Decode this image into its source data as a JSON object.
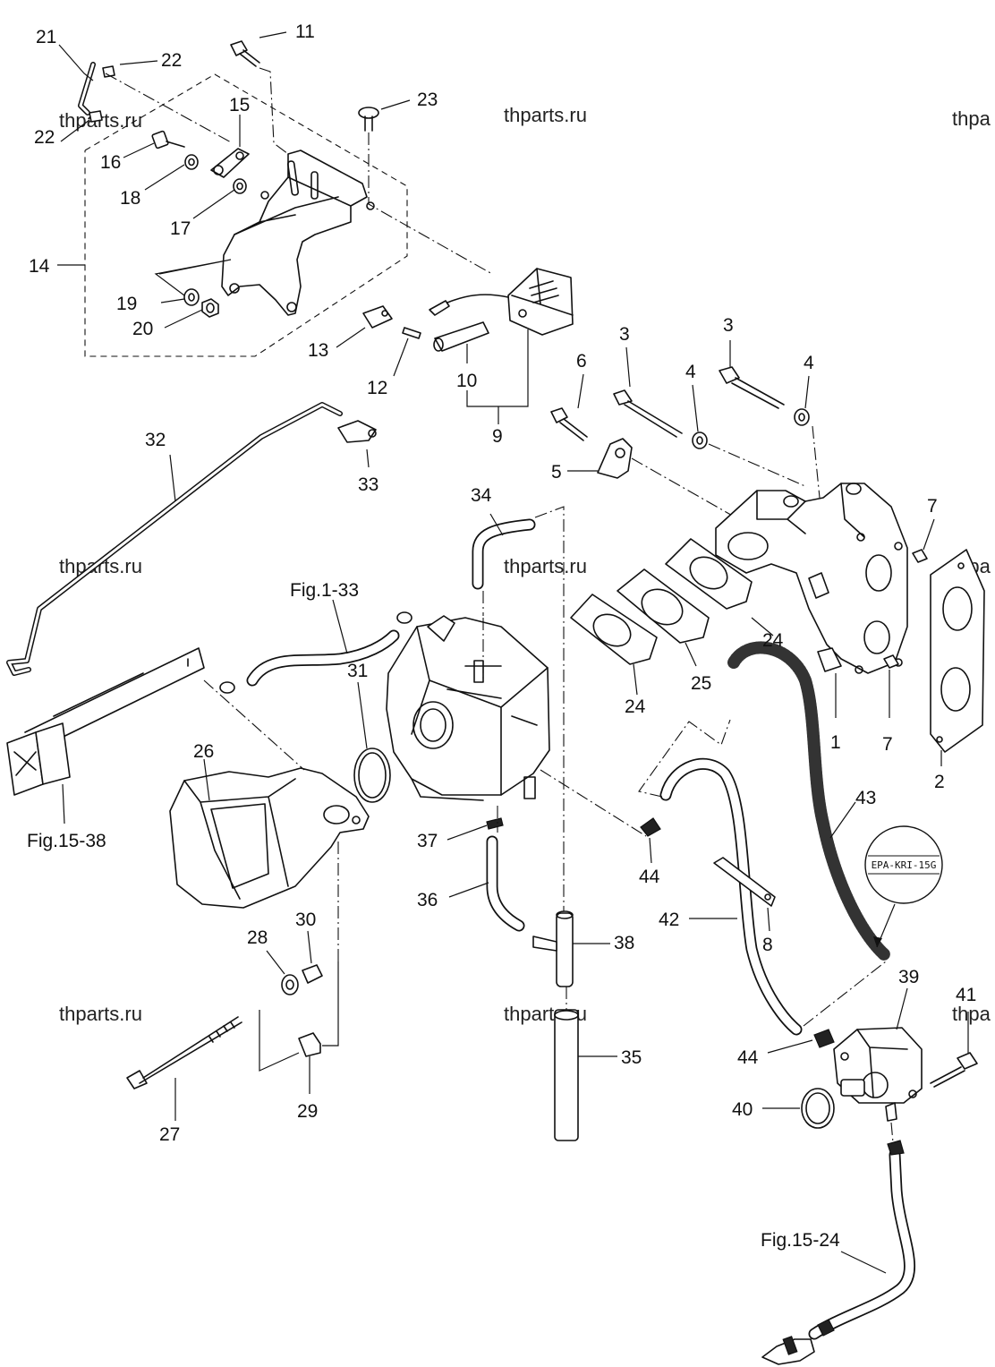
{
  "callouts": [
    {
      "id": "c1",
      "text": "1"
    },
    {
      "id": "c2",
      "text": "2"
    },
    {
      "id": "c3a",
      "text": "3"
    },
    {
      "id": "c3b",
      "text": "3"
    },
    {
      "id": "c4a",
      "text": "4"
    },
    {
      "id": "c4b",
      "text": "4"
    },
    {
      "id": "c5",
      "text": "5"
    },
    {
      "id": "c6",
      "text": "6"
    },
    {
      "id": "c7a",
      "text": "7"
    },
    {
      "id": "c7b",
      "text": "7"
    },
    {
      "id": "c8",
      "text": "8"
    },
    {
      "id": "c9",
      "text": "9"
    },
    {
      "id": "c10",
      "text": "10"
    },
    {
      "id": "c11",
      "text": "11"
    },
    {
      "id": "c12",
      "text": "12"
    },
    {
      "id": "c13",
      "text": "13"
    },
    {
      "id": "c14",
      "text": "14"
    },
    {
      "id": "c15",
      "text": "15"
    },
    {
      "id": "c16",
      "text": "16"
    },
    {
      "id": "c17",
      "text": "17"
    },
    {
      "id": "c18",
      "text": "18"
    },
    {
      "id": "c19",
      "text": "19"
    },
    {
      "id": "c20",
      "text": "20"
    },
    {
      "id": "c21",
      "text": "21"
    },
    {
      "id": "c22a",
      "text": "22"
    },
    {
      "id": "c22b",
      "text": "22"
    },
    {
      "id": "c23",
      "text": "23"
    },
    {
      "id": "c24a",
      "text": "24"
    },
    {
      "id": "c24b",
      "text": "24"
    },
    {
      "id": "c25",
      "text": "25"
    },
    {
      "id": "c26",
      "text": "26"
    },
    {
      "id": "c27",
      "text": "27"
    },
    {
      "id": "c28",
      "text": "28"
    },
    {
      "id": "c29",
      "text": "29"
    },
    {
      "id": "c30",
      "text": "30"
    },
    {
      "id": "c31",
      "text": "31"
    },
    {
      "id": "c32",
      "text": "32"
    },
    {
      "id": "c33",
      "text": "33"
    },
    {
      "id": "c34",
      "text": "34"
    },
    {
      "id": "c35",
      "text": "35"
    },
    {
      "id": "c36",
      "text": "36"
    },
    {
      "id": "c37",
      "text": "37"
    },
    {
      "id": "c38",
      "text": "38"
    },
    {
      "id": "c39",
      "text": "39"
    },
    {
      "id": "c40",
      "text": "40"
    },
    {
      "id": "c41",
      "text": "41"
    },
    {
      "id": "c42",
      "text": "42"
    },
    {
      "id": "c43",
      "text": "43"
    },
    {
      "id": "c44a",
      "text": "44"
    },
    {
      "id": "c44b",
      "text": "44"
    }
  ],
  "references": [
    {
      "id": "ref-fig1-33",
      "text": "Fig.1-33"
    },
    {
      "id": "ref-fig15-38",
      "text": "Fig.15-38"
    },
    {
      "id": "ref-fig15-24",
      "text": "Fig.15-24"
    }
  ],
  "stamp": {
    "text": "EPA-KRI-15G"
  },
  "watermarks": [
    {
      "id": "wm1",
      "text": "thparts.ru"
    },
    {
      "id": "wm2",
      "text": "thparts.ru"
    },
    {
      "id": "wm3",
      "text": "thpa"
    },
    {
      "id": "wm4",
      "text": "thparts.ru"
    },
    {
      "id": "wm5",
      "text": "thparts.ru"
    },
    {
      "id": "wm6",
      "text": "thpa"
    },
    {
      "id": "wm7",
      "text": "thparts.ru"
    },
    {
      "id": "wm8",
      "text": "thparts.ru"
    },
    {
      "id": "wm9",
      "text": "thpa"
    }
  ]
}
